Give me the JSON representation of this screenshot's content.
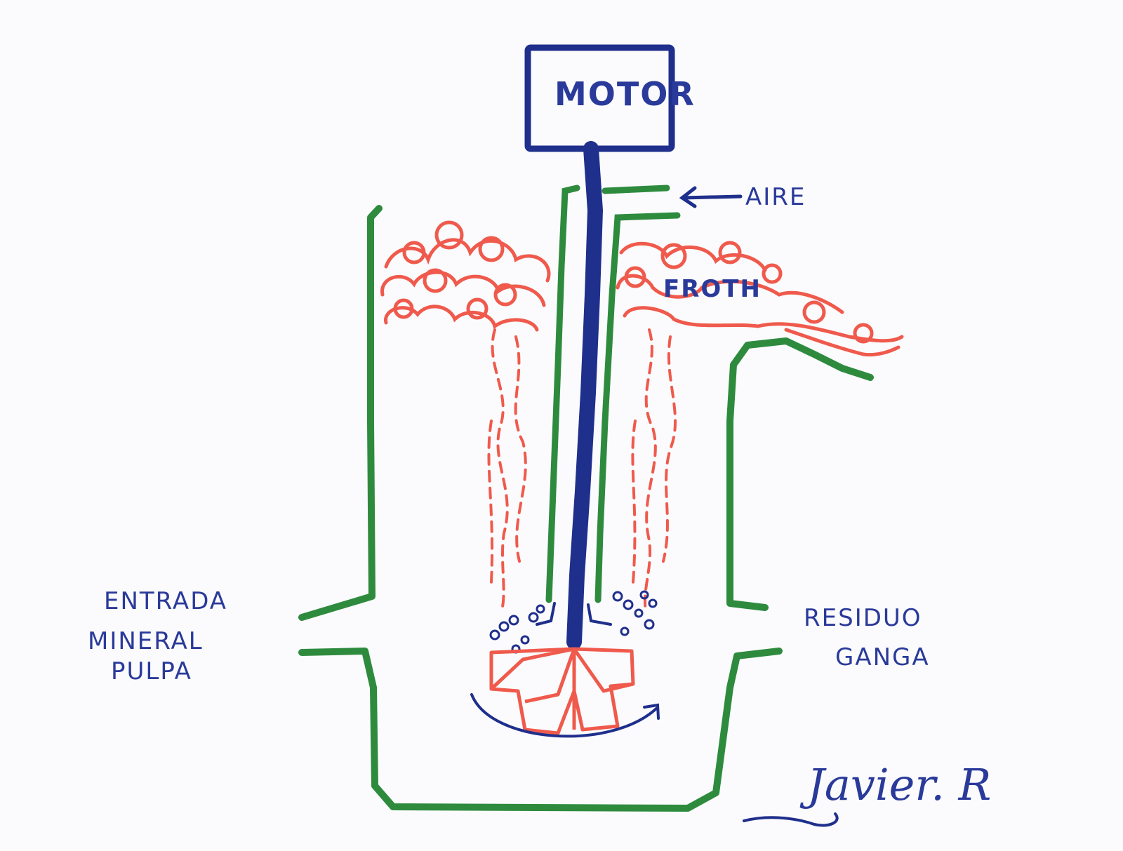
{
  "labels": {
    "motor": "MOTOR",
    "aire": "AIRE",
    "froth": "FROTH",
    "entrada_line1": "ENTRADA",
    "entrada_line2": "MINERAL",
    "entrada_line3": "PULPA",
    "residuo_line1": "RESIDUO",
    "residuo_line2": "GANGA",
    "signature": "Javier. R"
  },
  "colors": {
    "tank": "#2e8b3e",
    "shaft": "#1f2f8c",
    "froth": "#ef5a4c",
    "ink": "#2a3a9a",
    "paper": "#fbfbfd"
  }
}
